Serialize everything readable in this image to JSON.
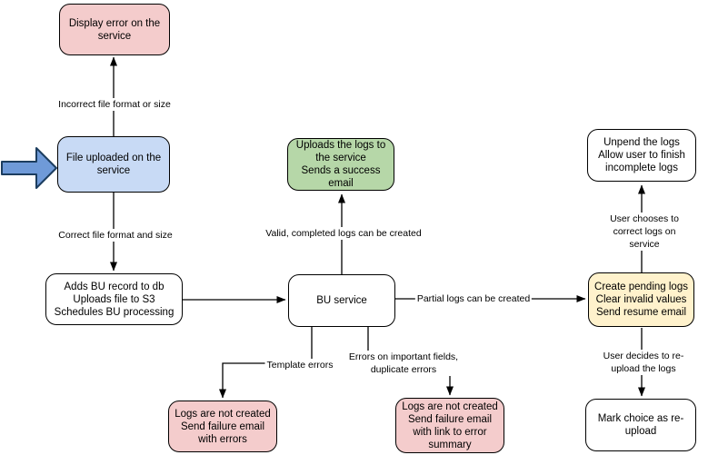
{
  "diagram": {
    "nodes": [
      {
        "id": "display-error-on-service",
        "label": "Display error on the\nservice",
        "fill": "#F4CCCC"
      },
      {
        "id": "file-uploaded-on-service",
        "label": "File uploaded on the\nservice",
        "fill": "#C8DAF5"
      },
      {
        "id": "adds-bu-record",
        "label": "Adds BU record to db\nUploads file to S3\nSchedules BU processing",
        "fill": "#FFFFFF"
      },
      {
        "id": "bu-service",
        "label": "BU service",
        "fill": "#FFFFFF"
      },
      {
        "id": "uploads-logs-success",
        "label": "Uploads the logs to\nthe service\nSends a success\nemail",
        "fill": "#B6D7A8"
      },
      {
        "id": "unpend-logs",
        "label": "Unpend the logs\nAllow user to finish\nincomplete logs",
        "fill": "#FFFFFF"
      },
      {
        "id": "create-pending-logs",
        "label": "Create pending logs\nClear invalid values\nSend resume email",
        "fill": "#FFF2CC"
      },
      {
        "id": "mark-choice-reupload",
        "label": "Mark choice as re-\nupload",
        "fill": "#FFFFFF"
      },
      {
        "id": "logs-not-created-errors",
        "label": "Logs are not created\nSend failure email\nwith errors",
        "fill": "#F4CCCC"
      },
      {
        "id": "logs-not-created-summary",
        "label": "Logs are not created\nSend failure email\nwith link to error\nsummary",
        "fill": "#F4CCCC"
      }
    ],
    "edge_labels": [
      {
        "id": "incorrect-file",
        "text": "Incorrect file format or size"
      },
      {
        "id": "correct-file",
        "text": "Correct file format and size"
      },
      {
        "id": "valid-completed",
        "text": "Valid, completed logs can be created"
      },
      {
        "id": "partial-logs",
        "text": "Partial logs can be created"
      },
      {
        "id": "template-errors",
        "text": "Template errors"
      },
      {
        "id": "errors-important",
        "text": "Errors on important fields,\nduplicate errors"
      },
      {
        "id": "user-chooses",
        "text": "User chooses to correct logs on service"
      },
      {
        "id": "user-decides",
        "text": "User decides to re-upload the logs"
      }
    ],
    "colors": {
      "node_stroke": "#000000",
      "edge_stroke": "#000000",
      "entry_arrow_fill": "#6F9AD8",
      "entry_arrow_stroke": "#1C3D5F",
      "pink": "#F4CCCC",
      "blue": "#C8DAF5",
      "green": "#B6D7A8",
      "yellow": "#FFF2CC"
    }
  }
}
